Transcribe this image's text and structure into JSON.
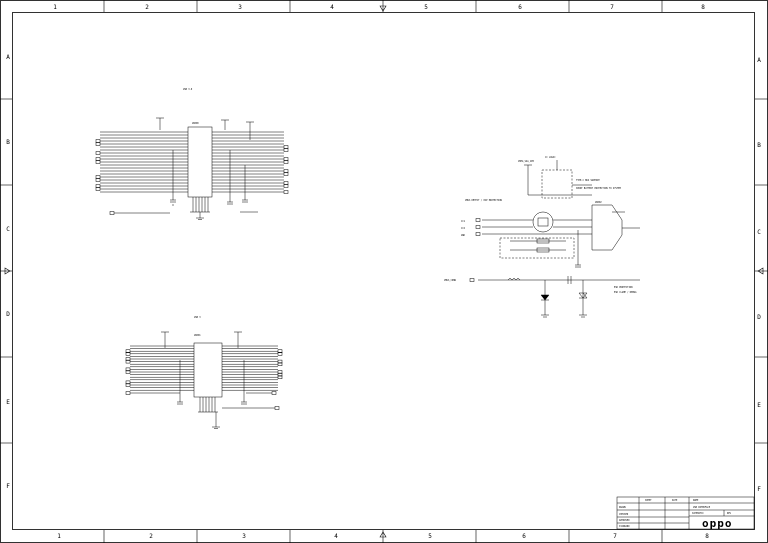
{
  "border": {
    "columns_top": [
      "1",
      "2",
      "3",
      "4",
      "5",
      "6",
      "7",
      "8"
    ],
    "columns_bottom": [
      "1",
      "2",
      "3",
      "4",
      "5",
      "6",
      "7",
      "8"
    ],
    "rows_left": [
      "A",
      "B",
      "C",
      "D",
      "E",
      "F"
    ],
    "rows_right": [
      "A",
      "B",
      "C",
      "D",
      "E",
      "F"
    ]
  },
  "circuits": {
    "upper_ic_title": "USB 3.0",
    "lower_ic_title": "USB 3",
    "upper_ic_ref": "U6000",
    "lower_ic_ref": "U6001",
    "right_ic_ref": "U6002",
    "right_title": "CC LOGIC",
    "right_note_1": "TYPE-C BUS SUPPORT",
    "right_note_2": "SHORT BATTERY PROTECTION TO SYSTEM",
    "right_note_3": "VBUS DETECT / OVP PROTECTION",
    "right_bottom_note_1": "ESD PROTECTION",
    "right_bottom_note_2": "ESD CLAMP / DEBUG",
    "net_vbus": "VBUS_CONN",
    "net_vreg": "VREG_S4A_1P8",
    "net_gnd": "GND",
    "net_cc1": "CC1",
    "net_cc2": "CC2"
  },
  "title_block": {
    "h1": "SHEET",
    "h2": "DATE",
    "h3": "NAME",
    "r1": "DRAWN",
    "r2": "CHECKED",
    "r3": "APPROVED",
    "r4": "STANDARD",
    "project": "USB INTERFACE",
    "doc": "SCHEMATIC",
    "rev": "REV",
    "logo": "oppo"
  }
}
